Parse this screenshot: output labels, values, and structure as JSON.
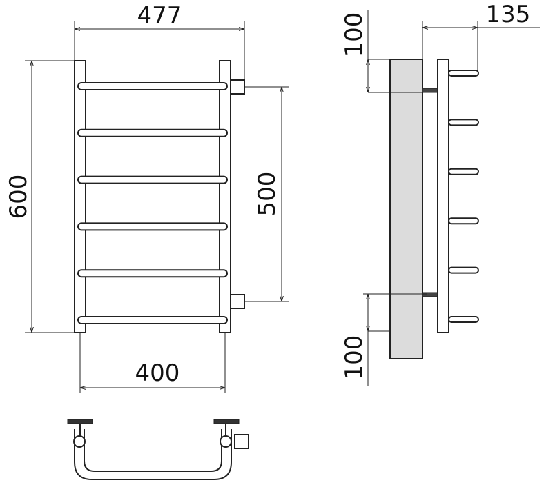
{
  "dimensions": {
    "overall_width": "477",
    "height": "600",
    "connection_distance": "500",
    "pipe_width": "400",
    "depth": "135",
    "top_offset": "100",
    "bottom_offset": "100"
  },
  "front_view": {
    "rung_count": 6
  },
  "side_view": {
    "rung_count": 6
  },
  "colors": {
    "line": "#222222",
    "wall": "#dcdcdc",
    "background": "#ffffff"
  }
}
